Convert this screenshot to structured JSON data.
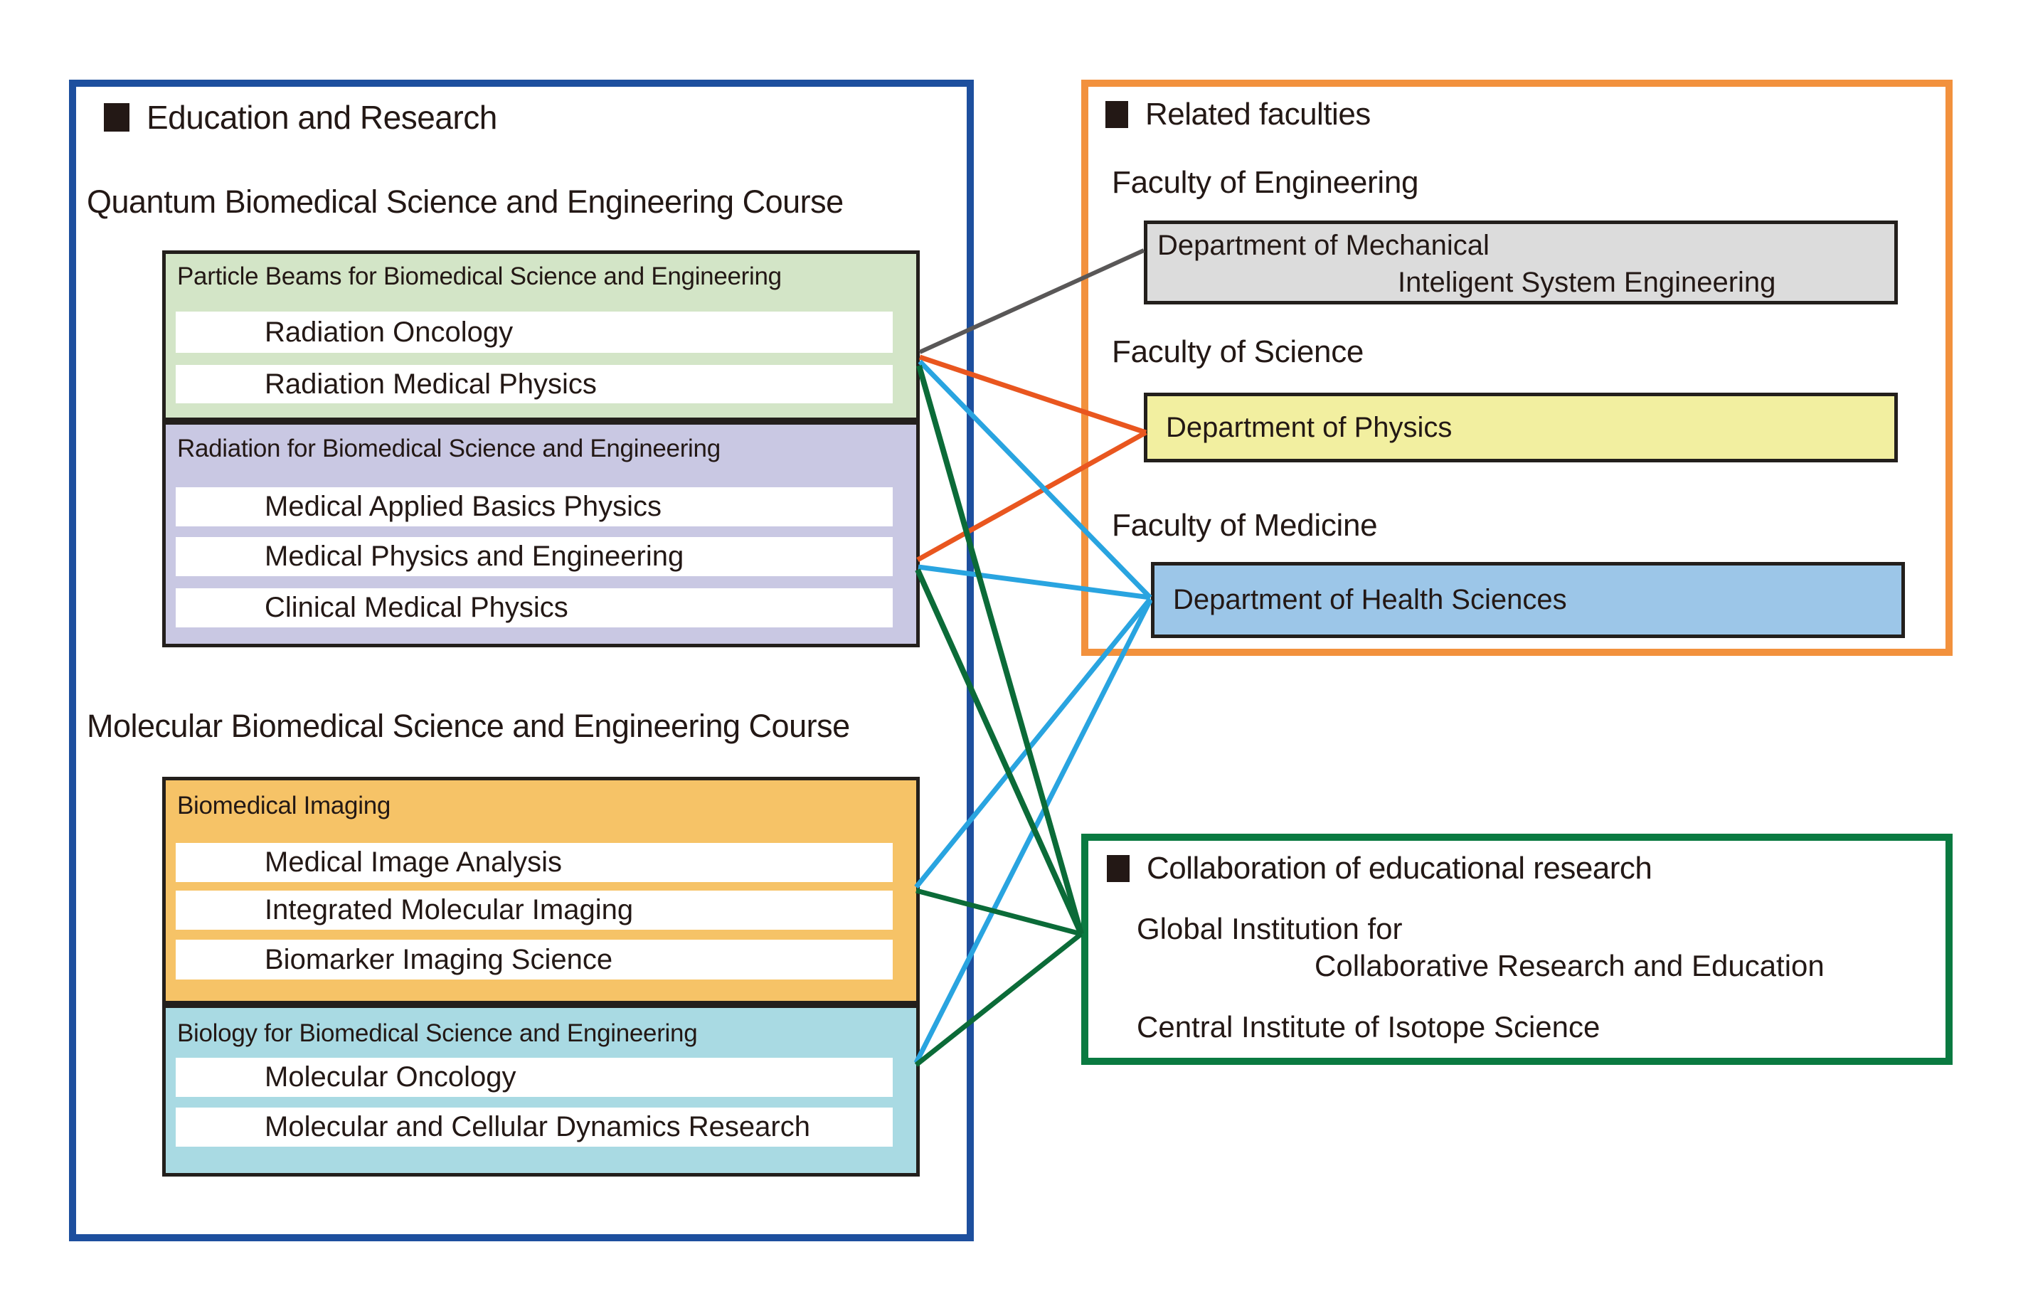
{
  "colors": {
    "edu_border": "#1d4f9e",
    "related_border": "#f2913d",
    "collab_border": "#0a7a41",
    "inner_box_border": "#231f1c",
    "text": "#231815",
    "particle_fill": "#d3e5c7",
    "radiation_fill": "#c9c8e3",
    "imaging_fill": "#f6c367",
    "biology_fill": "#a9dae3",
    "mechanical_fill": "#dcdcdc",
    "physics_fill": "#f2efa0",
    "health_fill": "#9cc6e8",
    "line_gray": "#595757",
    "line_orange": "#e9561f",
    "line_blue": "#29a4e0",
    "line_green": "#0b6b38"
  },
  "education": {
    "header": "Education and Research",
    "courses": [
      {
        "title": "Quantum Biomedical Science and Engineering Course"
      },
      {
        "title": "Molecular Biomedical Science and Engineering Course"
      }
    ],
    "groups": [
      {
        "title": "Particle Beams for Biomedical Science and Engineering",
        "rows": [
          "Radiation Oncology",
          "Radiation Medical Physics"
        ]
      },
      {
        "title": "Radiation for Biomedical Science and Engineering",
        "rows": [
          "Medical Applied Basics Physics",
          "Medical Physics and Engineering",
          "Clinical Medical Physics"
        ]
      },
      {
        "title": "Biomedical Imaging",
        "rows": [
          "Medical Image Analysis",
          "Integrated Molecular Imaging",
          "Biomarker Imaging Science"
        ]
      },
      {
        "title": "Biology for Biomedical Science and Engineering",
        "rows": [
          "Molecular Oncology",
          "Molecular and Cellular Dynamics Research"
        ]
      }
    ]
  },
  "related_faculties": {
    "header": "Related faculties",
    "faculties": [
      {
        "name": "Faculty of Engineering",
        "department_line1": "Department of Mechanical",
        "department_line2": "Inteligent System Engineering"
      },
      {
        "name": "Faculty of Science",
        "department_line1": "Department of Physics"
      },
      {
        "name": "Faculty of Medicine",
        "department_line1": "Department of Health Sciences"
      }
    ]
  },
  "collaboration": {
    "header": "Collaboration of educational research",
    "institutions": [
      {
        "line1": "Global Institution for",
        "line2": "Collaborative Research and Education"
      },
      {
        "line1": "Central Institute of Isotope Science"
      }
    ]
  }
}
